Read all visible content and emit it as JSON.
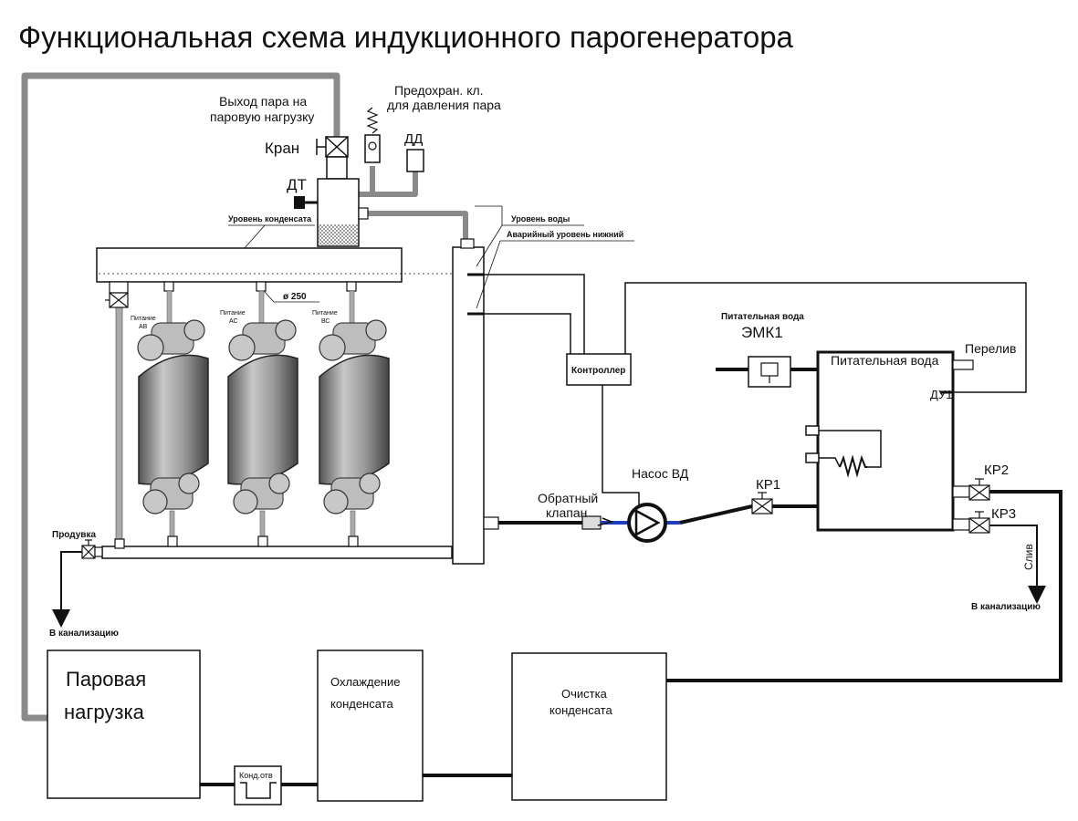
{
  "title": "Функциональная схема индукционного парогенератора",
  "labels": {
    "steam_outlet_1": "Выход пара на",
    "steam_outlet_2": "паровую нагрузку",
    "safety_valve_1": "Предохран. кл.",
    "safety_valve_2": "для давления пара",
    "dd": "ДД",
    "kran": "Кран",
    "dt": "ДТ",
    "condensate_level": "Уровень конденсата",
    "water_level": "Уровень воды",
    "emergency_level": "Аварийный уровень нижний",
    "diameter": "ø 250",
    "feed_ab_1": "Питание",
    "feed_ab_2": "АВ",
    "feed_ac_1": "Питание",
    "feed_ac_2": "АС",
    "feed_bc_1": "Питание",
    "feed_bc_2": "ВС",
    "controller": "Контроллер",
    "feed_water_top": "Питательная вода",
    "emk1": "ЭМК1",
    "tank_label": "Питательная вода",
    "overflow": "Перелив",
    "du1": "ДУ1",
    "pump": "Насос ВД",
    "check_valve_1": "Обратный",
    "check_valve_2": "клапан",
    "kr1": "КР1",
    "kr2": "КР2",
    "kr3": "КР3",
    "drain": "Слив",
    "to_sewer_right": "В канализацию",
    "blowdown": "Продувка",
    "to_sewer_left": "В канализацию",
    "steam_load_1": "Паровая",
    "steam_load_2": "нагрузка",
    "cooling_1": "Охлаждение",
    "cooling_2": "конденсата",
    "cleaning_1": "Очистка",
    "cleaning_2": "конденсата",
    "trap": "Конд.отв"
  }
}
